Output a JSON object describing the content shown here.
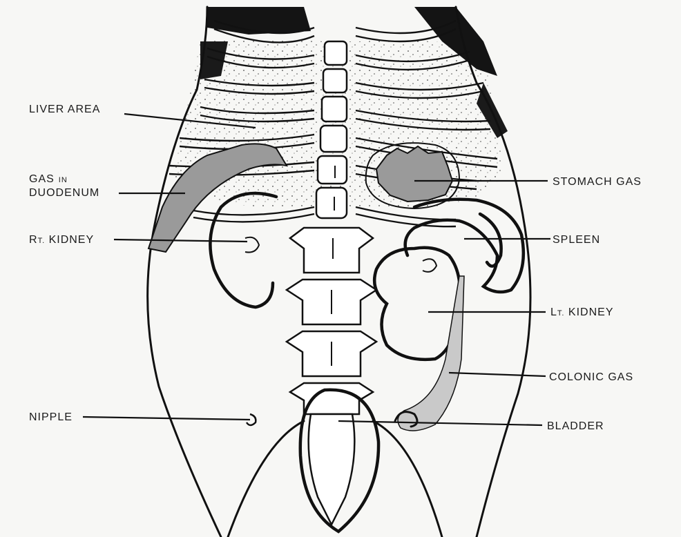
{
  "labels": {
    "liver_area": "LIVER AREA",
    "gas_in_line1": "GAS",
    "gas_in_line1_small": "IN",
    "gas_in_line2": "DUODENUM",
    "rt_kidney_prefix": "R",
    "rt_kidney_small": "T.",
    "rt_kidney_rest": " KIDNEY",
    "nipple": "NIPPLE",
    "stomach_gas": "STOMACH GAS",
    "spleen": "SPLEEN",
    "lt_kidney_prefix": "L",
    "lt_kidney_small": "T.",
    "lt_kidney_rest": " KIDNEY",
    "colonic_gas": "COLONIC GAS",
    "bladder": "BLADDER"
  }
}
